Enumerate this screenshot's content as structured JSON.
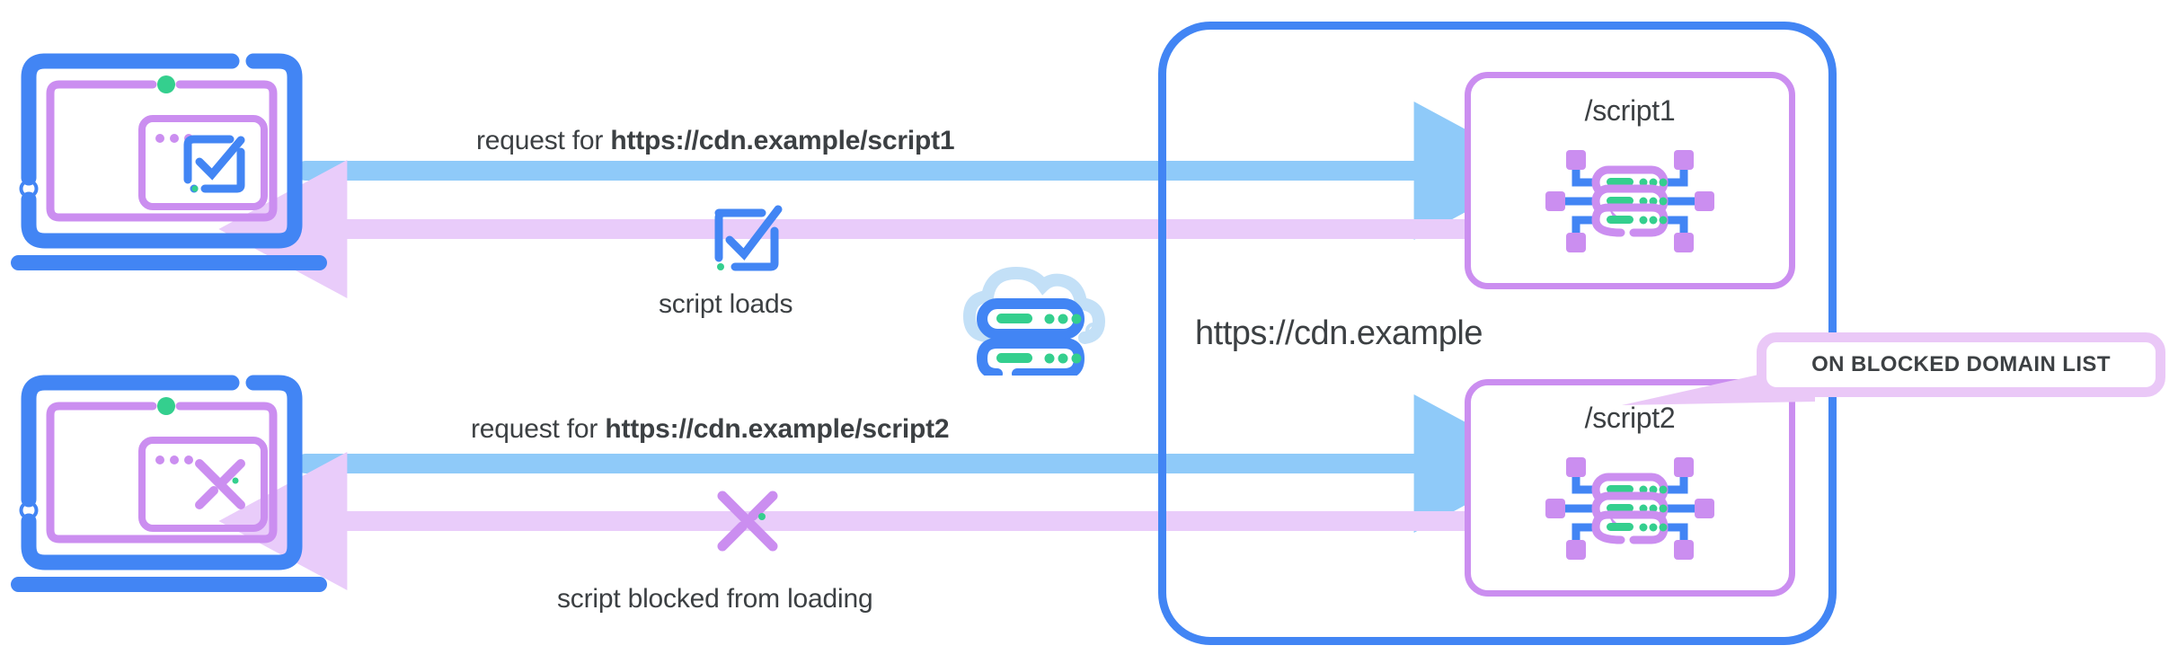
{
  "diagram": {
    "title": "CDN script blocking diagram",
    "colors": {
      "blue": "#4285f4",
      "light_blue": "#8fcaf9",
      "purple": "#cb8ef0",
      "light_purple": "#e9ccfa",
      "callout_border": "#eac8f7",
      "green": "#34cf8e",
      "text": "#3c4043",
      "white": "#ffffff"
    },
    "cdn": {
      "domain_label": "https://cdn.example",
      "cloud_icon": "cloud-server-icon"
    },
    "rows": [
      {
        "id": "script1",
        "request_prefix": "request for ",
        "request_url": "https://cdn.example/script1",
        "result_label": "script loads",
        "status_icon": "check-square-icon",
        "laptop_icon": "laptop-check-icon",
        "server_box_label": "/script1",
        "server_icon": "server-rack-icon"
      },
      {
        "id": "script2",
        "request_prefix": "request for ",
        "request_url": "https://cdn.example/script2",
        "result_label": "script blocked from loading",
        "status_icon": "cross-x-icon",
        "laptop_icon": "laptop-blocked-icon",
        "server_box_label": "/script2",
        "server_icon": "server-rack-icon"
      }
    ],
    "callout": {
      "text": "ON BLOCKED DOMAIN LIST",
      "points_to": "/script2"
    }
  }
}
